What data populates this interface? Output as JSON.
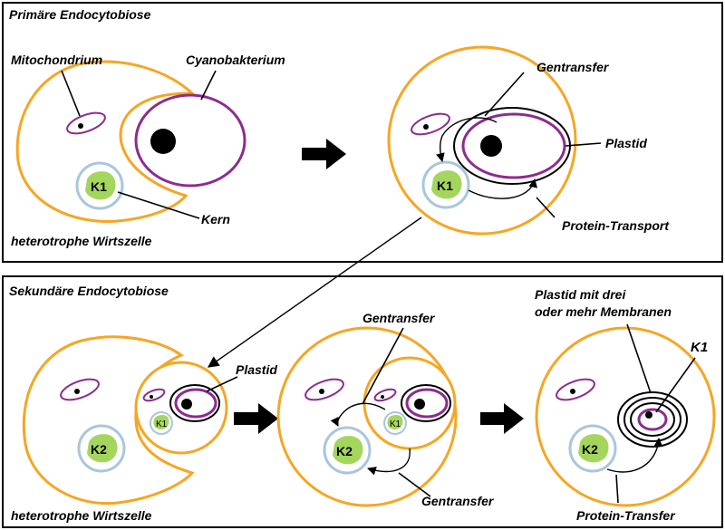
{
  "top": {
    "title": "Primäre Endocytobiose",
    "labels": {
      "mitochondrium": "Mitochondrium",
      "cyanobakterium": "Cyanobakterium",
      "kern": "Kern",
      "host": "heterotrophe Wirtszelle",
      "gentransfer": "Gentransfer",
      "plastid": "Plastid",
      "protein_transport": "Protein-Transport",
      "k1_a": "K1",
      "k1_b": "K1"
    }
  },
  "bottom": {
    "title": "Sekundäre Endocytobiose",
    "labels": {
      "host": "heterotrophe Wirtszelle",
      "plastid": "Plastid",
      "gentransfer_top": "Gentransfer",
      "gentransfer_bottom": "Gentransfer",
      "plastid_multi_line1": "Plastid mit drei",
      "plastid_multi_line2": "oder mehr Membranen",
      "protein_transfer": "Protein-Transfer",
      "k1_right": "K1",
      "k2_a": "K2",
      "k2_b": "K2",
      "k2_c": "K2",
      "k1_small_a": "K1",
      "k1_small_b": "K1"
    }
  },
  "colors": {
    "cell_membrane": "#f5a623",
    "plastid_membrane": "#8b2c8f",
    "nucleus_ring": "#a9c6dc",
    "nucleus_fill": "#a4d65e"
  }
}
